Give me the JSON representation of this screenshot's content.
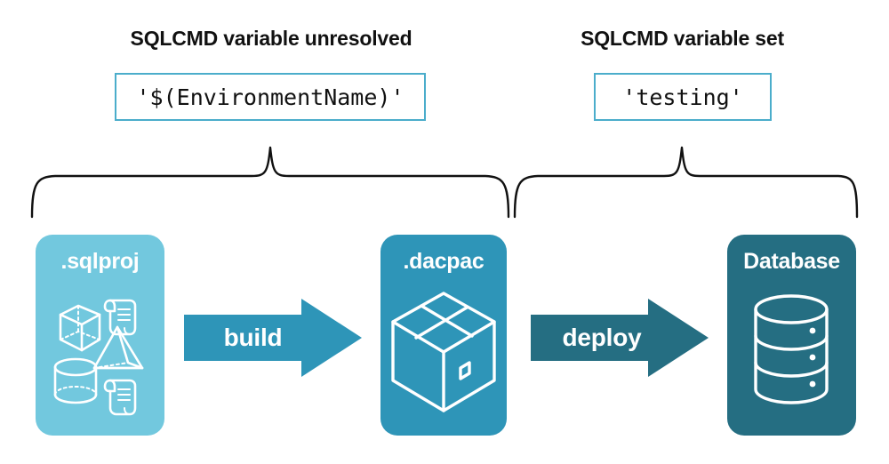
{
  "diagram": {
    "title_left": "SQLCMD variable unresolved",
    "title_right": "SQLCMD variable set",
    "code_left": "'$(EnvironmentName)'",
    "code_right": "'testing'",
    "cards": [
      {
        "id": "sqlproj",
        "label": ".sqlproj",
        "color": "#72C8DE",
        "icons": [
          "cube-icon",
          "scroll-icon",
          "pyramid-icon",
          "cylinder-icon",
          "scroll-icon"
        ]
      },
      {
        "id": "dacpac",
        "label": ".dacpac",
        "color": "#2E95B8",
        "icons": [
          "package-box-icon"
        ]
      },
      {
        "id": "database",
        "label": "Database",
        "color": "#256E82",
        "icons": [
          "database-cylinder-icon"
        ]
      }
    ],
    "arrows": [
      {
        "id": "build",
        "label": "build",
        "color": "#2E95B8",
        "from": "sqlproj",
        "to": "dacpac"
      },
      {
        "id": "deploy",
        "label": "deploy",
        "color": "#256E82",
        "from": "dacpac",
        "to": "database"
      }
    ],
    "braces": [
      {
        "id": "brace-left",
        "spans": [
          "sqlproj",
          "dacpac"
        ],
        "points_to": "code_left",
        "color": "#111111"
      },
      {
        "id": "brace-right",
        "spans": [
          "dacpac",
          "database"
        ],
        "points_to": "code_right",
        "color": "#111111"
      }
    ],
    "colors": {
      "code_border": "#4BADCB",
      "light_teal": "#72C8DE",
      "mid_teal": "#2E95B8",
      "dark_teal": "#256E82",
      "text": "#111111",
      "background": "#ffffff"
    }
  }
}
